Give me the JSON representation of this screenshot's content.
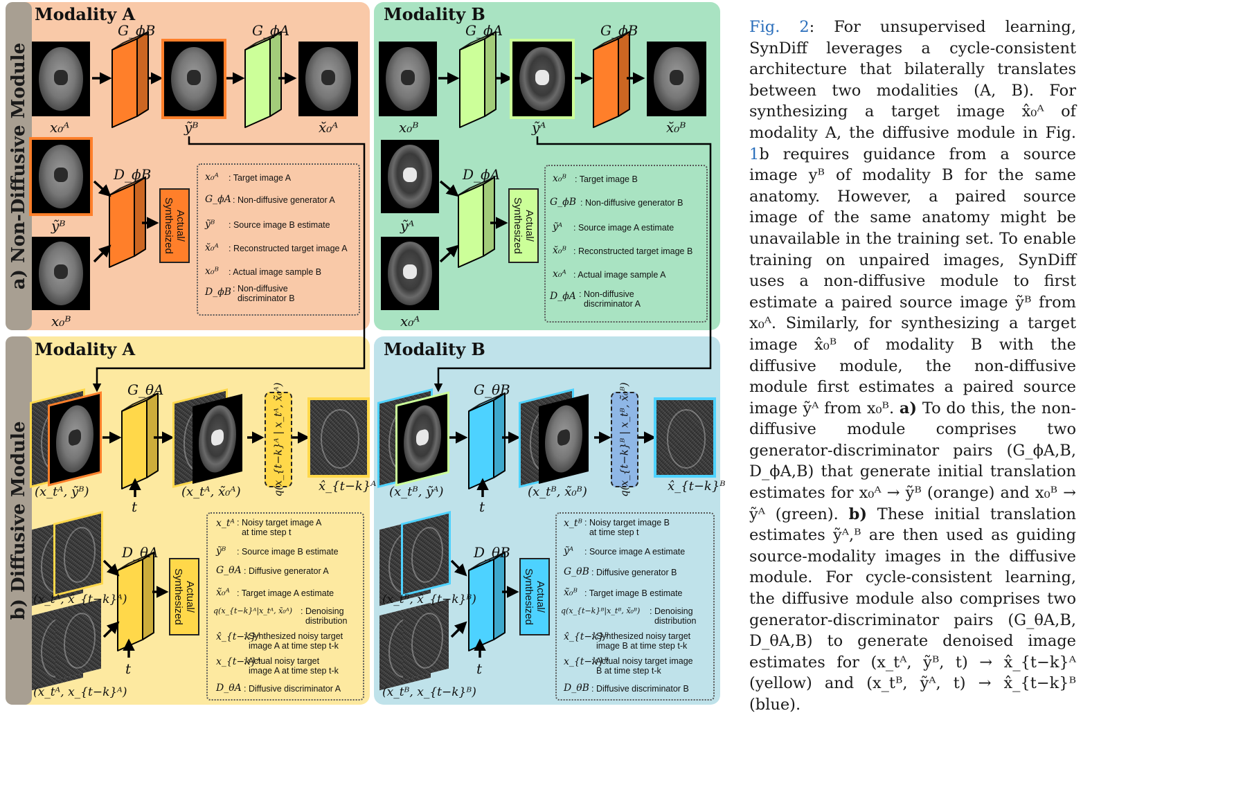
{
  "colors": {
    "orange_panel": "#f9c9a8",
    "green_panel": "#a9e3c2",
    "yellow_panel": "#fde9a0",
    "blue_panel": "#bfe2ea",
    "orange": "#ff7f2a",
    "light_green": "#ccff99",
    "yellow": "#ffd84a",
    "cyan": "#4dd2ff",
    "caption_link": "#2a6ebb"
  },
  "side_labels": {
    "nondiffusive": "a) Non-Diffusive Module",
    "diffusive": "b) Diffusive Module"
  },
  "panels": {
    "top_left": {
      "title": "Modality A"
    },
    "top_right": {
      "title": "Modality B"
    },
    "bottom_left": {
      "title": "Modality A"
    },
    "bottom_right": {
      "title": "Modality B"
    }
  },
  "top_left": {
    "gen1": "G_ϕB",
    "gen2": "G_ϕA",
    "disc": "D_ϕB",
    "img_labels": [
      "x₀ᴬ",
      "ỹᴮ",
      "x̆₀ᴬ",
      "ỹᴮ",
      "x₀ᴮ"
    ],
    "output": "Actual/\nSynthesized",
    "legend": [
      {
        "sym": "x₀ᴬ",
        "txt": ": Target image A"
      },
      {
        "sym": "G_ϕA",
        "txt": ": Non-diffusive generator A"
      },
      {
        "sym": "ỹᴮ",
        "txt": ": Source image B estimate"
      },
      {
        "sym": "x̆₀ᴬ",
        "txt": ": Reconstructed target image A"
      },
      {
        "sym": "x₀ᴮ",
        "txt": ": Actual image sample B"
      },
      {
        "sym": "D_ϕB",
        "txt": ": Non-diffusive\n  discriminator B"
      }
    ]
  },
  "top_right": {
    "gen1": "G_ϕA",
    "gen2": "G_ϕB",
    "disc": "D_ϕA",
    "img_labels": [
      "x₀ᴮ",
      "ỹᴬ",
      "x̆₀ᴮ",
      "ỹᴬ",
      "x₀ᴬ"
    ],
    "output": "Actual/\nSynthesized",
    "legend": [
      {
        "sym": "x₀ᴮ",
        "txt": ": Target image B"
      },
      {
        "sym": "G_ϕB",
        "txt": ": Non-diffusive generator B"
      },
      {
        "sym": "ỹᴬ",
        "txt": ": Source image A estimate"
      },
      {
        "sym": "x̆₀ᴮ",
        "txt": ": Reconstructed target image B"
      },
      {
        "sym": "x₀ᴬ",
        "txt": ": Actual image sample A"
      },
      {
        "sym": "D_ϕA",
        "txt": ": Non-diffusive\n  discriminator A"
      }
    ]
  },
  "bottom_left": {
    "gen": "G_θA",
    "disc": "D_θA",
    "q": "q(x_{t−k}ᴬ | x_tᴬ, x̃₀ᴬ)",
    "t1": "t",
    "t2": "t",
    "img_labels": [
      "(x_tᴬ, ỹᴮ)",
      "(x_tᴬ, x̃₀ᴬ)",
      "x̂_{t−k}ᴬ",
      "(x_tᴬ, x̂_{t−k}ᴬ)",
      "(x_tᴬ, x_{t−k}ᴬ)"
    ],
    "output": "Actual/\nSynthesized",
    "legend": [
      {
        "sym": "x_tᴬ",
        "txt": ": Noisy target image A\n  at time step t"
      },
      {
        "sym": "ỹᴮ",
        "txt": ": Source image B estimate"
      },
      {
        "sym": "G_θA",
        "txt": ": Diffusive generator A"
      },
      {
        "sym": "x̃₀ᴬ",
        "txt": ": Target image A estimate"
      },
      {
        "sym": "q(x_{t−k}ᴬ|x_tᴬ, x̃₀ᴬ)",
        "txt": ": Denoising\n  distribution"
      },
      {
        "sym": "x̂_{t−k}ᴬ",
        "txt": ": Synthesized noisy target\n  image A at time step t-k"
      },
      {
        "sym": "x_{t−k}ᴬ",
        "txt": ": Actual noisy target\n  image A at time step t-k"
      },
      {
        "sym": "D_θA",
        "txt": ": Diffusive discriminator A"
      }
    ]
  },
  "bottom_right": {
    "gen": "G_θB",
    "disc": "D_θB",
    "q": "q(x_{t−k}ᴮ | x_tᴮ, x̃₀ᴮ)",
    "t1": "t",
    "t2": "t",
    "img_labels": [
      "(x_tᴮ, ỹᴬ)",
      "(x_tᴮ, x̃₀ᴮ)",
      "x̂_{t−k}ᴮ",
      "(x_tᴮ, x̂_{t−k}ᴮ)",
      "(x_tᴮ, x_{t−k}ᴮ)"
    ],
    "output": "Actual/\nSynthesized",
    "legend": [
      {
        "sym": "x_tᴮ",
        "txt": ": Noisy target image B\n  at time step t"
      },
      {
        "sym": "ỹᴬ",
        "txt": ": Source image A estimate"
      },
      {
        "sym": "G_θB",
        "txt": ": Diffusive generator B"
      },
      {
        "sym": "x̃₀ᴮ",
        "txt": ": Target image B estimate"
      },
      {
        "sym": "q(x_{t−k}ᴮ|x_tᴮ, x̃₀ᴮ)",
        "txt": ": Denoising\n  distribution"
      },
      {
        "sym": "x̂_{t−k}ᴮ",
        "txt": ": Synthesized noisy target\n  image B at time step t-k"
      },
      {
        "sym": "x_{t−k}ᴮ",
        "txt": ": Actual noisy target image\n  B at time step t-k"
      },
      {
        "sym": "D_θB",
        "txt": ": Diffusive discriminator B"
      }
    ]
  },
  "caption": {
    "fig_ref": "Fig. 2",
    "fig1_ref": "1",
    "part1": ": For unsupervised learning, SynDiff leverages a cycle-consistent architecture that bilaterally translates between two modalities (A, B). For synthesizing a target image x̂₀ᴬ of modality A, the diffusive module in Fig. ",
    "part2": "b requires guidance from a source image yᴮ of modality B for the same anatomy. However, a paired source image of the same anatomy might be unavailable in the training set. To enable training on unpaired images, SynDiff uses a non-diffusive module to first estimate a paired source image ỹᴮ from x₀ᴬ. Similarly, for synthesizing a target image x̂₀ᴮ of modality B with the diffusive module, the non-diffusive module first estimates a paired source image ỹᴬ from x₀ᴮ. ",
    "bold_a": "a)",
    "part3": " To do this, the non-diffusive module comprises two generator-discriminator pairs (G_ϕA,B, D_ϕA,B) that generate initial translation estimates for x₀ᴬ → ỹᴮ (orange) and x₀ᴮ → ỹᴬ (green). ",
    "bold_b": "b)",
    "part4": " These initial translation estimates ỹᴬ,ᴮ are then used as guiding source-modality images in the diffusive module. For cycle-consistent learning, the diffusive module also comprises two generator-discriminator pairs (G_θA,B, D_θA,B) to generate denoised image estimates for (x_tᴬ, ỹᴮ, t) → x̂_{t−k}ᴬ (yellow) and (x_tᴮ, ỹᴬ, t) → x̂_{t−k}ᴮ (blue)."
  }
}
